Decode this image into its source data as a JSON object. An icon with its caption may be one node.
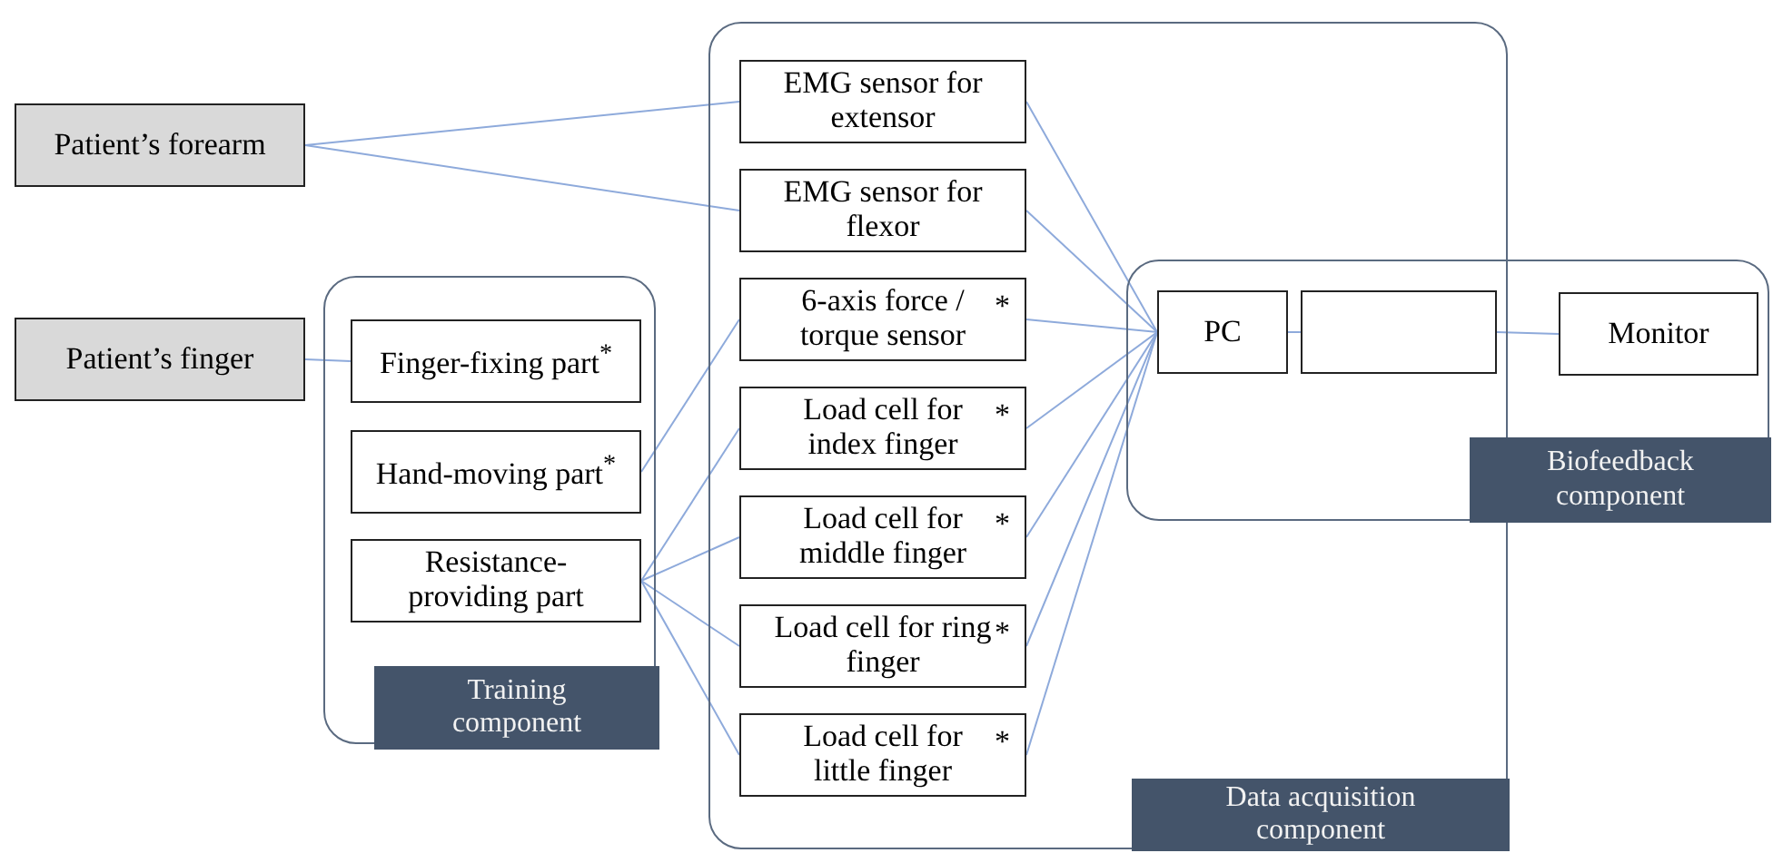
{
  "diagram": {
    "nodes": [
      {
        "text": [
          "Patient’s forearm"
        ]
      },
      {
        "text": [
          "Patient’s finger"
        ]
      },
      {
        "text": [
          "Training component"
        ]
      },
      {
        "text": [
          "Finger-fixing part$^{*}$"
        ],
        "in": 2
      },
      {
        "text": [
          "Hand-moving part$^{*}$"
        ],
        "in": 2
      },
      {
        "text": [
          "Resistance- providing part"
        ],
        "in": 2
      },
      {
        "text": [
          "Data acquisition component"
        ]
      },
      {
        "text": [
          "EMG sensor for extensor"
        ],
        "in": 6
      },
      {
        "text": [
          "EMG sensor for flexor"
        ],
        "in": 6
      },
      {
        "text": [
          "6-axis force / torque sensor",
          "*"
        ],
        "in": 6
      },
      {
        "text": [
          "Load cell for index finger",
          "*"
        ],
        "in": 6
      },
      {
        "text": [
          "Load cell for middle finger",
          "*"
        ],
        "in": 6
      },
      {
        "text": [
          "Load cell for ring finger",
          "*"
        ],
        "in": 6
      },
      {
        "text": [
          "Load cell for little finger",
          "*"
        ],
        "in": 6
      },
      {
        "text": [
          "Biofeedback component"
        ]
      },
      {
        "text": [
          "PC"
        ]
      },
      {
        "text": [],
        "shape": "box"
      },
      {
        "text": [
          "Monitor"
        ],
        "in": 14
      }
    ],
    "edges": [
      {
        "from": 0,
        "to": 7,
        "arrow": "none"
      },
      {
        "from": 0,
        "to": 8,
        "arrow": "none"
      },
      {
        "from": 1,
        "to": 3,
        "arrow": "none"
      },
      {
        "from": 4,
        "to": 9,
        "arrow": "none"
      },
      {
        "from": 5,
        "to": 10,
        "arrow": "none"
      },
      {
        "from": 5,
        "to": 11,
        "arrow": "none"
      },
      {
        "from": 5,
        "to": 12,
        "arrow": "none"
      },
      {
        "from": 5,
        "to": 13,
        "arrow": "none"
      },
      {
        "from": 7,
        "to": 15,
        "arrow": "none"
      },
      {
        "from": 8,
        "to": 15,
        "arrow": "none"
      },
      {
        "from": 9,
        "to": 15,
        "arrow": "none"
      },
      {
        "from": 10,
        "to": 15,
        "arrow": "none"
      },
      {
        "from": 11,
        "to": 15,
        "arrow": "none"
      },
      {
        "from": 12,
        "to": 15,
        "arrow": "none"
      },
      {
        "from": 13,
        "to": 15,
        "arrow": "none"
      },
      {
        "from": 15,
        "to": 16,
        "arrow": "none"
      },
      {
        "from": 16,
        "to": 17,
        "arrow": "none"
      }
    ]
  }
}
